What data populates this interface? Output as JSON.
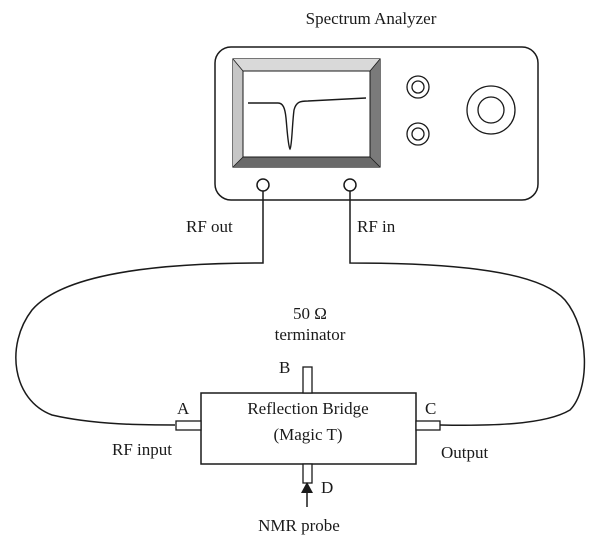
{
  "labels": {
    "spectrum_analyzer": "Spectrum Analyzer",
    "rf_out": "RF out",
    "rf_in": "RF in",
    "terminator_value": "50 Ω",
    "terminator": "terminator",
    "port_a": "A",
    "port_b": "B",
    "port_c": "C",
    "port_d": "D",
    "bridge_line1": "Reflection Bridge",
    "bridge_line2": "(Magic T)",
    "rf_input": "RF input",
    "output": "Output",
    "nmr_probe": "NMR probe"
  }
}
